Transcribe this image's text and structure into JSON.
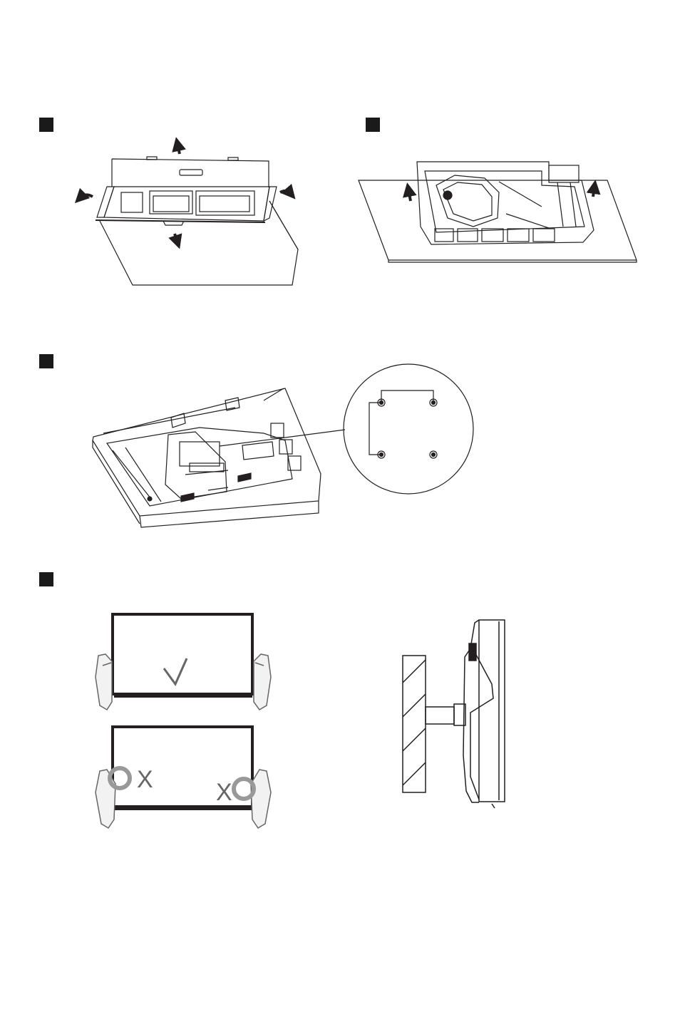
{
  "steps": [
    {
      "id": "step-1",
      "marker": "black-square",
      "illustration": "open-box-flaps"
    },
    {
      "id": "step-2",
      "marker": "black-square",
      "illustration": "lift-foam-packing"
    },
    {
      "id": "step-3",
      "marker": "black-square",
      "illustration": "monitor-in-foam-vesa-detail"
    },
    {
      "id": "step-4",
      "marker": "black-square",
      "illustration": "handling-and-wall-mount"
    }
  ],
  "handling": {
    "correct_mark": "check-mark-icon",
    "wrong_mark_left": "X",
    "wrong_mark_right": "X"
  },
  "colors": {
    "line": "#231f20",
    "marker": "#1a1a1a",
    "hand_mark": "#666666",
    "hand_fill": "#f2f2f2"
  }
}
